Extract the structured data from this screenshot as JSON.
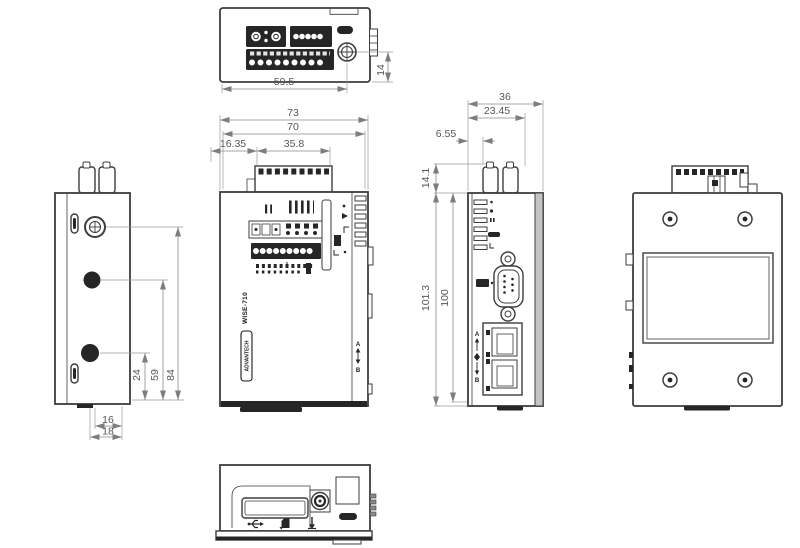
{
  "product": {
    "model": "WISE-710",
    "brand": "ADVANTECH"
  },
  "labels": {
    "eth_a": "A",
    "eth_b": "B"
  },
  "dimensions": {
    "top_view": {
      "body_width": "59.5",
      "connector_to_edge": "14"
    },
    "front_view": {
      "overall_width": "73",
      "body_width": "70",
      "left_offset": "16.35",
      "terminal_width": "35.8"
    },
    "side_view": {
      "overall_depth": "36",
      "upper_depth": "23.45",
      "front_offset": "6.55",
      "antenna_height": "14.1",
      "overall_height": "101.3",
      "body_height": "100"
    },
    "left_view": {
      "lower_hole_offset": "24",
      "middle_hole_offset": "59",
      "upper_hole_offset": "84",
      "hole_to_edge": "16",
      "slot_to_edge": "18"
    }
  },
  "colors": {
    "outline": "#3d3d3d",
    "dark_fill": "#262626",
    "dimension_line": "#9a9a9a",
    "dimension_text": "#565656",
    "background": "#ffffff"
  }
}
